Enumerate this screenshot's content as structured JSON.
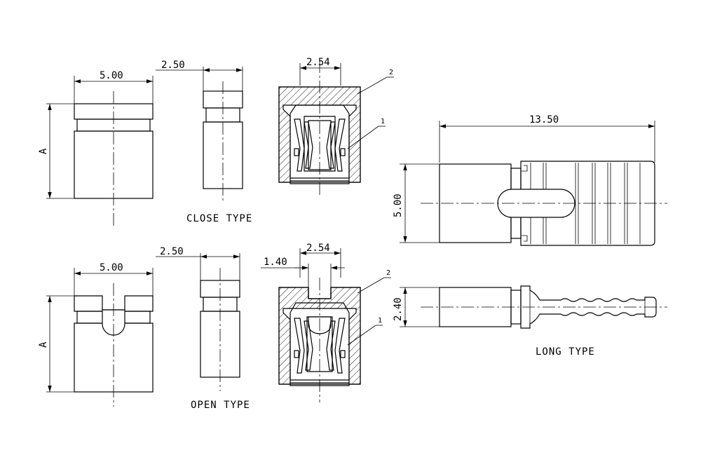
{
  "labels": {
    "close_type": "CLOSE TYPE",
    "open_type": "OPEN TYPE",
    "long_type": "LONG TYPE"
  },
  "dimensions": {
    "close_front_width": "5.00",
    "close_side_width": "2.50",
    "close_section_pitch": "2.54",
    "open_front_width": "5.00",
    "open_side_width": "2.50",
    "open_section_pitch": "2.54",
    "open_section_gap": "1.40",
    "long_length": "13.50",
    "long_height": "5.00",
    "long_pin_height": "2.40",
    "height_close": "A",
    "height_open": "A"
  },
  "callouts": {
    "close_part_2": "2",
    "close_part_1": "1",
    "open_part_2": "2",
    "open_part_1": "1"
  }
}
